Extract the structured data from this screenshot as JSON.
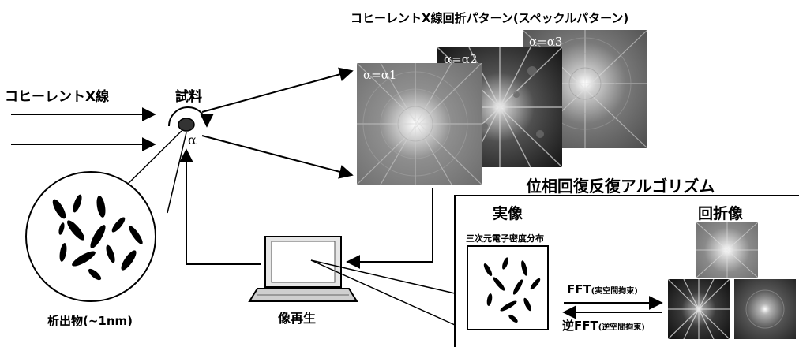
{
  "header": {
    "title": "コヒーレントX線回折パターン(スペックルパターン)"
  },
  "source": {
    "beam_label": "コヒーレントX線"
  },
  "sample": {
    "label": "試料",
    "rotation_symbol": "α"
  },
  "precipitate": {
    "label": "析出物(~1nm)"
  },
  "patterns": [
    {
      "label": "α=α1"
    },
    {
      "label": "α=α2"
    },
    {
      "label": "α=α3"
    }
  ],
  "computer": {
    "label": "像再生"
  },
  "algorithm": {
    "title": "位相回復反復アルゴリズム",
    "real_image_label": "実像",
    "diffraction_image_label": "回折像",
    "density_label": "三次元電子密度分布",
    "fft_label": "FFT",
    "fft_constraint": "(実空間拘束)",
    "ifft_label": "逆FFT",
    "ifft_constraint": "(逆空間拘束)"
  },
  "colors": {
    "line": "#000000",
    "background": "#ffffff",
    "pattern_dark": "#1a1a1a",
    "pattern_mid": "#7a7a7a",
    "pattern_glow": "#ffffff"
  }
}
